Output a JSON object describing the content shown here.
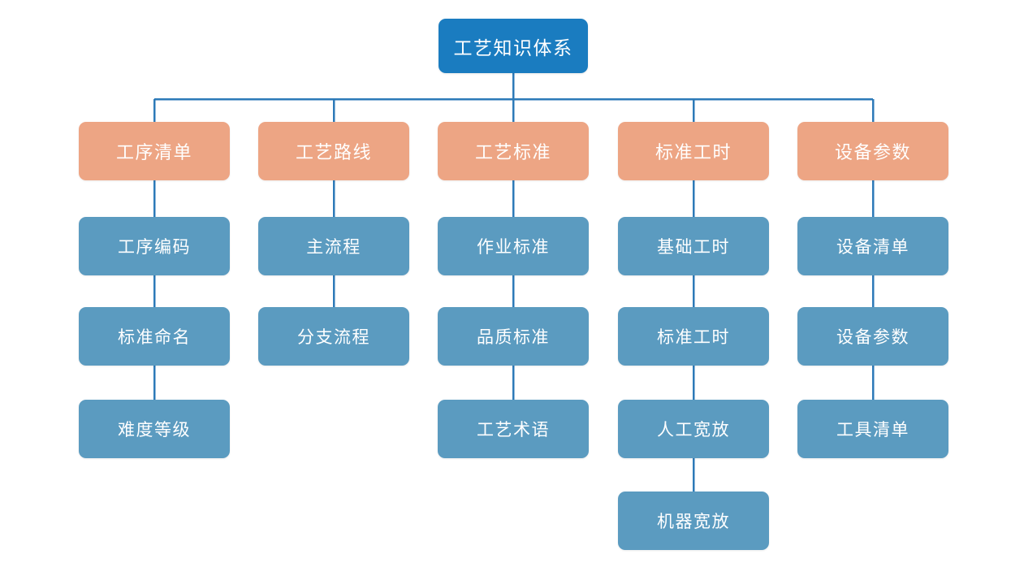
{
  "diagram": {
    "title": "工艺知识体系",
    "type": "tree-hierarchy",
    "colors": {
      "root": "#1a7cc0",
      "branch": "#eda584",
      "leaf": "#5b9bc0",
      "connector": "#2d7ab8",
      "background": "#ffffff",
      "text": "#ffffff"
    },
    "root": {
      "label": "工艺知识体系",
      "level": 1
    },
    "columns": [
      {
        "branch": "工序清单",
        "children": [
          "工序编码",
          "标准命名",
          "难度等级"
        ]
      },
      {
        "branch": "工艺路线",
        "children": [
          "主流程",
          "分支流程"
        ]
      },
      {
        "branch": "工艺标准",
        "children": [
          "作业标准",
          "品质标准",
          "工艺术语"
        ]
      },
      {
        "branch": "标准工时",
        "children": [
          "基础工时",
          "标准工时",
          "人工宽放",
          "机器宽放"
        ]
      },
      {
        "branch": "设备参数",
        "children": [
          "设备清单",
          "设备参数",
          "工具清单"
        ]
      }
    ]
  }
}
